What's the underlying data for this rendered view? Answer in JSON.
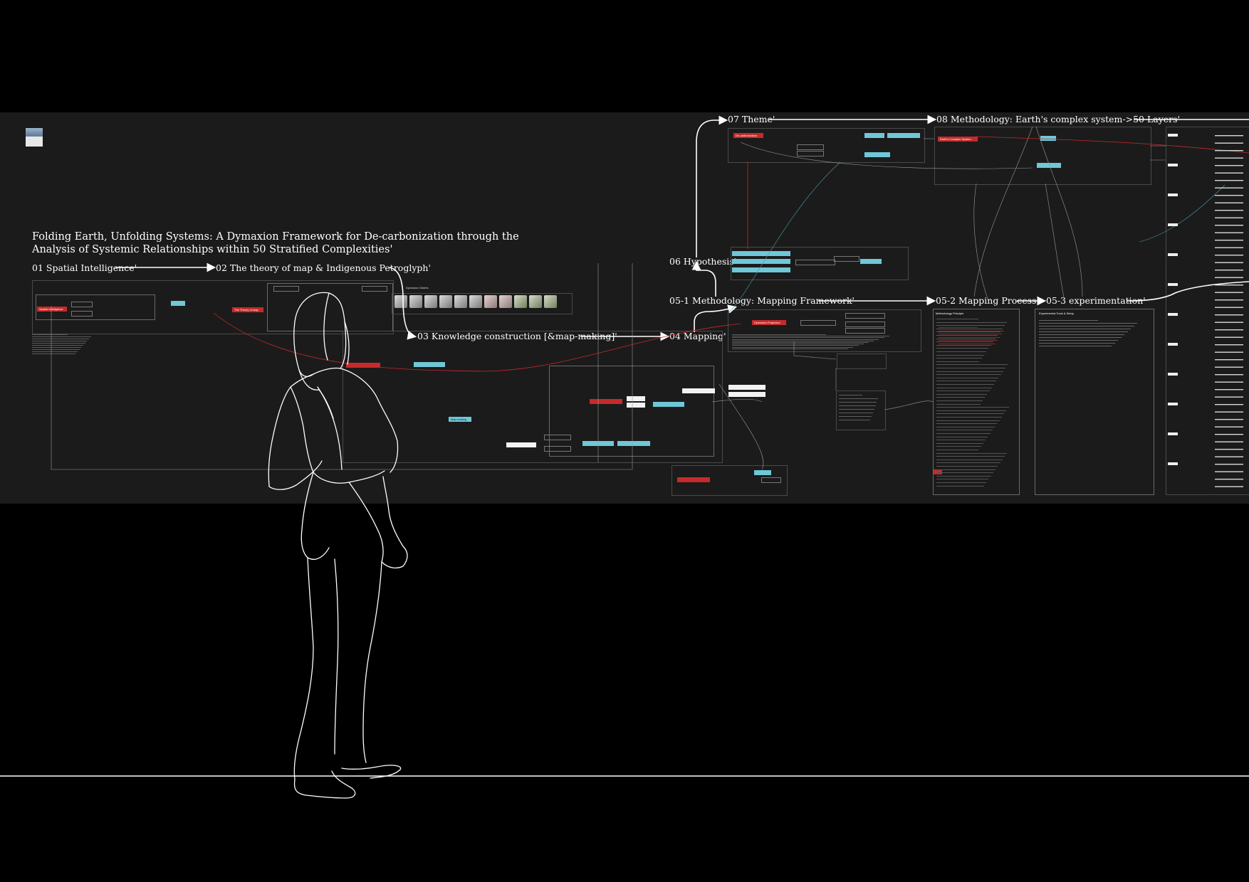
{
  "title": {
    "line1": "Folding Earth, Unfolding Systems: A Dymaxion Framework for De-carbonization through the",
    "line2": "Analysis of Systemic Relationships within 50 Stratified Complexities'"
  },
  "steps": {
    "s01": "01 Spatial Intelligence'",
    "s02": "02 The theory of map & Indigenous Petroglyph'",
    "s03": "03 Knowledge construction [&map-making]'",
    "s04": "04 Mapping'",
    "s051": "05-1 Methodology: Mapping Framework'",
    "s052": "05-2 Mapping Process'",
    "s053": "05-3 experimentation'",
    "s06": "06 Hypothesis'",
    "s07": "07 Theme'",
    "s08": "08 Methodology: Earth's complex system->50 Layers'"
  },
  "small": {
    "dymaxion_globes": "Dymaxion Globes",
    "spatial_intelligence": "Spatial Intelligence",
    "theory_of_map": "The Theory of map",
    "decarbonization": "De-carbonization",
    "earths_complex_system": "Earth's Complex System",
    "dymaxion_projection": "Dymaxion Projection",
    "methodology_principle": "Methodology Principle",
    "experimental_tools": "Experimental Tools & Setup",
    "map_making": "Map-making"
  },
  "colors": {
    "board": "#1b1b1b",
    "background": "#000000",
    "accent_red": "#c62a2a",
    "accent_cyan": "#6fc7d8",
    "line": "#ffffff"
  },
  "icons": {
    "logo": "thumbnail-icon",
    "figure": "person-outline-illustration"
  }
}
